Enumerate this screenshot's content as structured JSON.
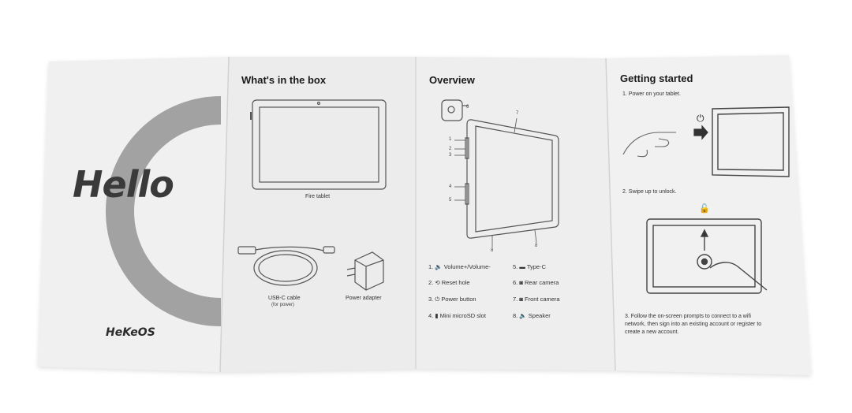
{
  "cover": {
    "greeting": "Hello",
    "brand": "HeKeOS"
  },
  "box_panel": {
    "title": "What's in the box",
    "items": [
      {
        "label": "Fire tablet"
      },
      {
        "label": "USB-C cable",
        "sublabel": "(for power)"
      },
      {
        "label": "Power adapter"
      }
    ]
  },
  "overview_panel": {
    "title": "Overview",
    "callouts": [
      "1",
      "2",
      "3",
      "4",
      "5",
      "6",
      "7",
      "8",
      "8"
    ],
    "legend": [
      {
        "num": "1.",
        "icon": "volume-icon",
        "label": "Volume+/Volume-"
      },
      {
        "num": "2.",
        "icon": "reset-icon",
        "label": "Reset hole"
      },
      {
        "num": "3.",
        "icon": "power-icon",
        "label": "Power button"
      },
      {
        "num": "4.",
        "icon": "sd-card-icon",
        "label": "Mini microSD slot"
      },
      {
        "num": "5.",
        "icon": "usb-c-icon",
        "label": "Type-C"
      },
      {
        "num": "6.",
        "icon": "camera-icon",
        "label": "Rear camera"
      },
      {
        "num": "7.",
        "icon": "camera-icon",
        "label": "Front camera"
      },
      {
        "num": "8.",
        "icon": "speaker-icon",
        "label": "Speaker"
      }
    ]
  },
  "start_panel": {
    "title": "Getting started",
    "step1": "1. Power on your tablet.",
    "step2": "2. Swipe up to unlock.",
    "step3_line1": "3. Follow the on-screen prompts to connect to a wifi",
    "step3_line2": "network, then sign into an existing account or register to",
    "step3_line3": "create a new account."
  },
  "colors": {
    "paper": "#f3f3f3",
    "paper_dark": "#e9e9e9",
    "ring": "#9a9a9a",
    "ink": "#2a2a2a"
  }
}
